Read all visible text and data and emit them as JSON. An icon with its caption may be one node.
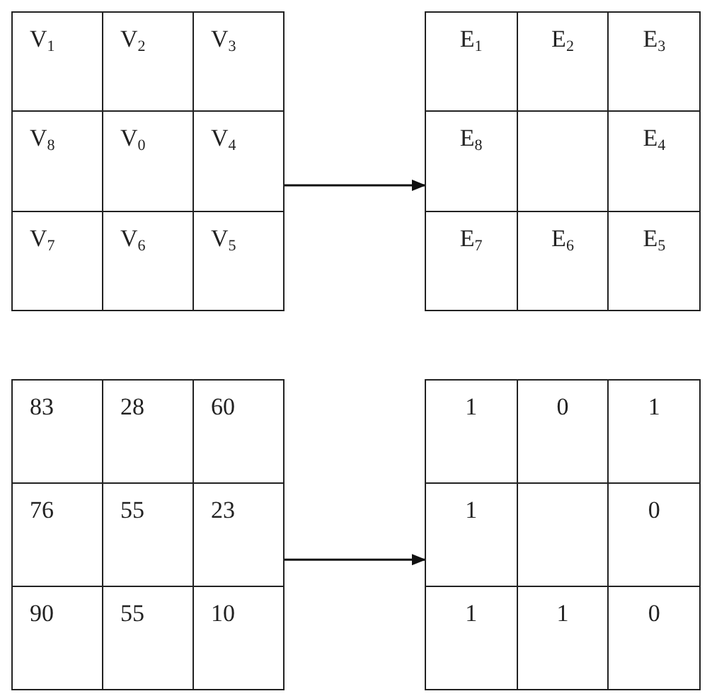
{
  "diagram": {
    "nodes": [
      {
        "text": [],
        "shape": "box"
      },
      {
        "text": [
          "V$_{1}$"
        ],
        "in": 0
      },
      {
        "text": [
          "V$_{2}$"
        ],
        "in": 0
      },
      {
        "text": [
          "V$_{3}$"
        ],
        "in": 0
      },
      {
        "text": [
          "V$_{8}$"
        ],
        "in": 0
      },
      {
        "text": [
          "V$_{0}$"
        ],
        "in": 0
      },
      {
        "text": [
          "V$_{4}$"
        ],
        "in": 0
      },
      {
        "text": [
          "V$_{7}$"
        ],
        "in": 0
      },
      {
        "text": [
          "V$_{6}$"
        ],
        "in": 0
      },
      {
        "text": [
          "V$_{5}$"
        ],
        "in": 0
      },
      {
        "text": [],
        "shape": "box"
      },
      {
        "text": [
          "E$_{1}$"
        ],
        "in": 10
      },
      {
        "text": [
          "E$_{2}$"
        ],
        "in": 10
      },
      {
        "text": [
          "E$_{3}$"
        ],
        "in": 10
      },
      {
        "text": [
          "E$_{8}$"
        ],
        "in": 10
      },
      {
        "text": [],
        "shape": "box",
        "in": 10
      },
      {
        "text": [
          "E$_{4}$"
        ],
        "in": 10
      },
      {
        "text": [
          "E$_{7}$"
        ],
        "in": 10
      },
      {
        "text": [
          "E$_{6}$"
        ],
        "in": 10
      },
      {
        "text": [
          "E$_{5}$"
        ],
        "in": 10
      },
      {
        "text": [],
        "shape": "box"
      },
      {
        "text": [
          "83"
        ],
        "in": 20
      },
      {
        "text": [
          "28"
        ],
        "in": 20
      },
      {
        "text": [
          "60"
        ],
        "in": 20
      },
      {
        "text": [
          "76"
        ],
        "in": 20
      },
      {
        "text": [
          "55"
        ],
        "in": 20
      },
      {
        "text": [
          "23"
        ],
        "in": 20
      },
      {
        "text": [
          "90"
        ],
        "in": 20
      },
      {
        "text": [
          "55"
        ],
        "in": 20
      },
      {
        "text": [
          "10"
        ],
        "in": 20
      },
      {
        "text": [],
        "shape": "box"
      },
      {
        "text": [
          "1"
        ],
        "in": 30
      },
      {
        "text": [
          "0"
        ],
        "in": 30
      },
      {
        "text": [
          "1"
        ],
        "in": 30
      },
      {
        "text": [
          "1"
        ],
        "in": 30
      },
      {
        "text": [],
        "shape": "box",
        "in": 30
      },
      {
        "text": [
          "0"
        ],
        "in": 30
      },
      {
        "text": [
          "1"
        ],
        "in": 30
      },
      {
        "text": [
          "1"
        ],
        "in": 30
      },
      {
        "text": [
          "0"
        ],
        "in": 30
      }
    ],
    "edges": [
      {
        "from": 0,
        "to": 10,
        "arrow": "to"
      },
      {
        "from": 20,
        "to": 30,
        "arrow": "to"
      }
    ]
  }
}
